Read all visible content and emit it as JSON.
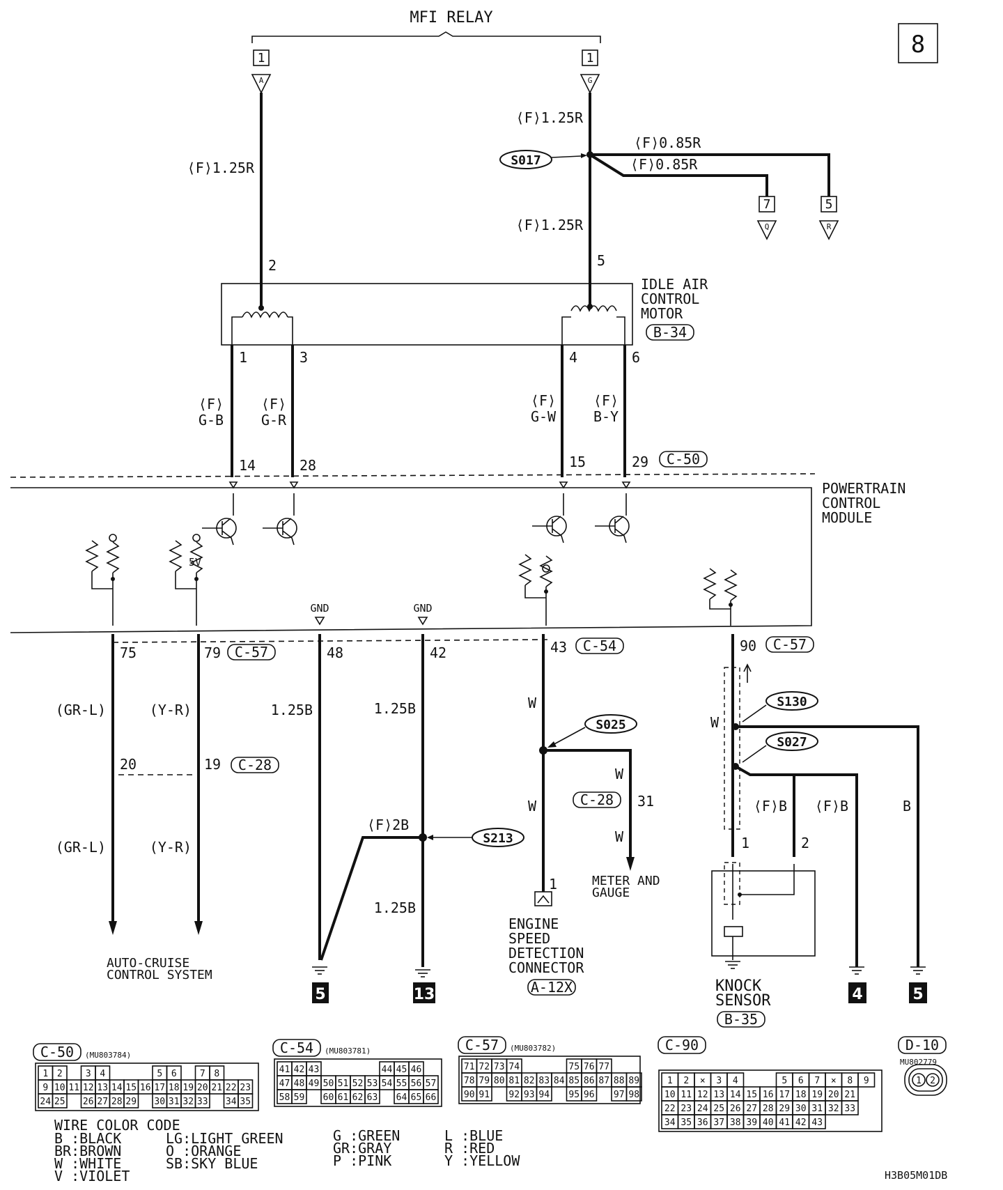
{
  "page_number": "8",
  "relay": {
    "title": "MFI RELAY",
    "left_pin": "1",
    "left_letter": "A",
    "right_pin": "1",
    "right_letter": "G"
  },
  "wires": {
    "left_relay": "⟨F⟩1.25R",
    "right_relay_top": "⟨F⟩1.25R",
    "right_relay_bottom": "⟨F⟩1.25R",
    "branch_1": "⟨F⟩0.85R",
    "branch_2": "⟨F⟩0.85R",
    "iac_1": [
      "⟨F⟩",
      "G-B"
    ],
    "iac_3": [
      "⟨F⟩",
      "G-R"
    ],
    "iac_4": [
      "⟨F⟩",
      "G-W"
    ],
    "iac_6": [
      "⟨F⟩",
      "B-Y"
    ],
    "c75": "(GR-L)",
    "c79": "(Y-R)",
    "c75_lower": "(GR-L)",
    "c79_lower": "(Y-R)",
    "g48": "1.25B",
    "g42": "1.25B",
    "g42_lower": "1.25B",
    "g_splice": "⟨F⟩2B",
    "w43": "W",
    "w43_lower": "W",
    "w31_a": "W",
    "w31_b": "W",
    "w90": "W",
    "fb_1": "⟨F⟩B",
    "fb_2": "⟨F⟩B",
    "b_right": "B"
  },
  "branch_terminals": [
    {
      "pin": "7",
      "letter": "Q"
    },
    {
      "pin": "5",
      "letter": "R"
    }
  ],
  "splices": {
    "s017": "S017",
    "s025": "S025",
    "s130": "S130",
    "s027": "S027",
    "s213": "S213"
  },
  "iac_motor": {
    "label_lines": [
      "IDLE AIR",
      "CONTROL",
      "MOTOR"
    ],
    "connector": "B-34",
    "pins": [
      "2",
      "5",
      "1",
      "3",
      "4",
      "6"
    ]
  },
  "pcm": {
    "label_lines": [
      "POWERTRAIN",
      "CONTROL",
      "MODULE"
    ],
    "top_connector": "C-50",
    "top_pins": [
      "14",
      "28",
      "15",
      "29"
    ],
    "supply": "5V",
    "gnd_labels": [
      "GND",
      "GND"
    ],
    "bottom_pins": [
      "75",
      "79",
      "48",
      "42",
      "43",
      "90"
    ],
    "bottom_connectors": [
      "C-57",
      "C-54",
      "C-57"
    ]
  },
  "lower": {
    "c28_pins": [
      "20",
      "19"
    ],
    "c28_label": "C-28",
    "c28_31_label": "C-28",
    "c28_31_pin": "31",
    "auto_cruise": [
      "AUTO-CRUISE",
      "CONTROL SYSTEM"
    ],
    "meter": [
      "METER AND",
      "GAUGE"
    ],
    "esd": {
      "pin": "1",
      "lines": [
        "ENGINE",
        "SPEED",
        "DETECTION",
        "CONNECTOR"
      ],
      "connector": "A-12X"
    },
    "knock": {
      "pins": [
        "1",
        "2"
      ],
      "lines": [
        "KNOCK",
        "SENSOR"
      ],
      "connector": "B-35"
    },
    "grounds": [
      "5",
      "13",
      "4",
      "5"
    ]
  },
  "connector_tables": [
    {
      "name": "C-50",
      "part": "(MU803784)",
      "rows": [
        [
          "1",
          "2",
          "",
          "3",
          "4",
          "",
          "",
          "",
          "5",
          "6",
          "",
          "7",
          "8"
        ],
        [
          "9",
          "10",
          "11",
          "12",
          "13",
          "14",
          "15",
          "16",
          "17",
          "18",
          "19",
          "20",
          "21",
          "22",
          "23"
        ],
        [
          "24",
          "25",
          "",
          "26",
          "27",
          "28",
          "29",
          "",
          "30",
          "31",
          "32",
          "33",
          "",
          "34",
          "35"
        ]
      ]
    },
    {
      "name": "C-54",
      "part": "(MU803781)",
      "rows": [
        [
          "41",
          "42",
          "43",
          "",
          "",
          "",
          "",
          "44",
          "45",
          "46"
        ],
        [
          "47",
          "48",
          "49",
          "50",
          "51",
          "52",
          "53",
          "54",
          "55",
          "56",
          "57"
        ],
        [
          "58",
          "59",
          "",
          "60",
          "61",
          "62",
          "63",
          "",
          "64",
          "65",
          "66"
        ]
      ]
    },
    {
      "name": "C-57",
      "part": "(MU803782)",
      "rows": [
        [
          "71",
          "72",
          "73",
          "74",
          "",
          "",
          "",
          "75",
          "76",
          "77"
        ],
        [
          "78",
          "79",
          "80",
          "81",
          "82",
          "83",
          "84",
          "85",
          "86",
          "87",
          "88",
          "89"
        ],
        [
          "90",
          "91",
          "",
          "92",
          "93",
          "94",
          "",
          "95",
          "96",
          "",
          "97",
          "98"
        ]
      ]
    },
    {
      "name": "C-90",
      "part": "",
      "rows": [
        [
          "1",
          "2",
          "×",
          "3",
          "4",
          "",
          "",
          "5",
          "6",
          "7",
          "×",
          "8",
          "9"
        ],
        [
          "10",
          "11",
          "12",
          "13",
          "14",
          "15",
          "16",
          "17",
          "18",
          "19",
          "20",
          "21"
        ],
        [
          "22",
          "23",
          "24",
          "25",
          "26",
          "27",
          "28",
          "29",
          "30",
          "31",
          "32",
          "33"
        ],
        [
          "34",
          "35",
          "36",
          "37",
          "38",
          "39",
          "40",
          "41",
          "42",
          "43"
        ]
      ]
    },
    {
      "name": "D-10",
      "part": "MU802779",
      "rows": [
        [
          "1",
          "2"
        ]
      ]
    }
  ],
  "legend": {
    "title": "WIRE COLOR CODE",
    "col1": [
      "B :BLACK",
      "BR:BROWN",
      "W :WHITE",
      "V :VIOLET"
    ],
    "col2": [
      "LG:LIGHT GREEN",
      "O :ORANGE",
      "SB:SKY BLUE"
    ],
    "col3": [
      "G :GREEN",
      "GR:GRAY",
      "P :PINK"
    ],
    "col4": [
      "L :BLUE",
      "R :RED",
      "Y :YELLOW"
    ]
  },
  "footer_code": "H3B05M01DB"
}
